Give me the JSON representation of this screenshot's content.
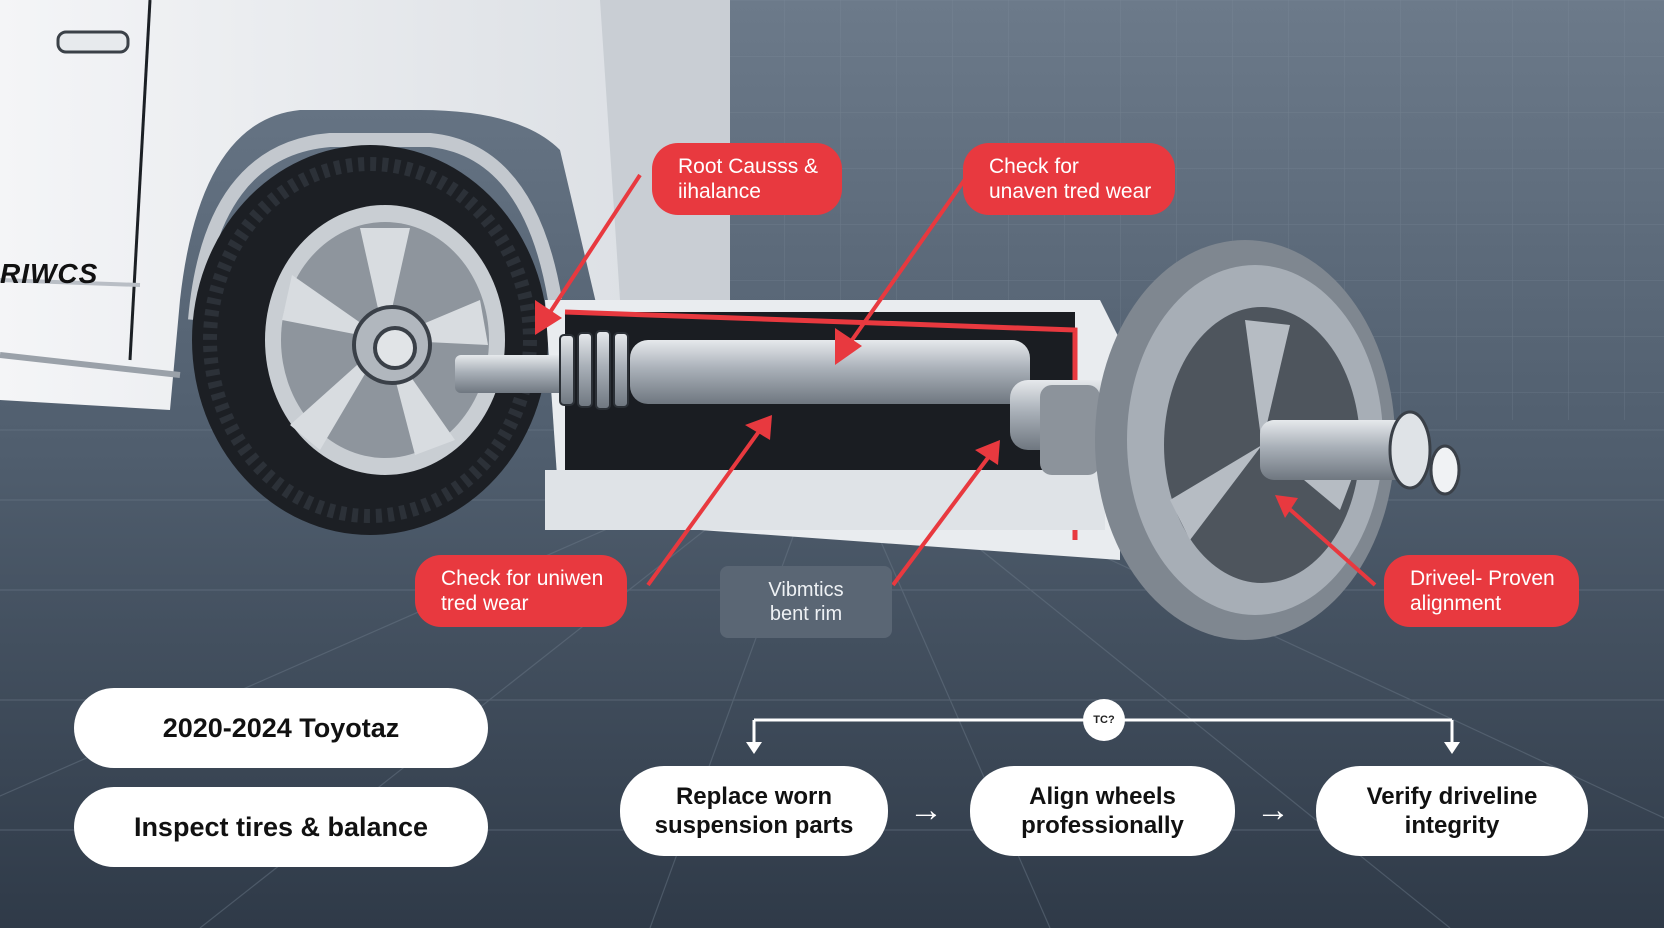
{
  "vehicle": {
    "side_lettering": "RIWCS"
  },
  "callouts": {
    "root_causes": {
      "line1": "Root Causss &",
      "line2": "iihalance"
    },
    "check_top": {
      "line1": "Check for",
      "line2": "unaven tred wear"
    },
    "check_left": {
      "line1": "Check for uniwen",
      "line2": "tred wear"
    },
    "vibration": {
      "line1": "Vibmtics",
      "line2": "bent rim"
    },
    "driveline": {
      "line1": "Driveel- Proven",
      "line2": "alignment"
    }
  },
  "side_pills": {
    "model": "2020-2024 Toyotaz",
    "inspect": "Inspect tires & balance"
  },
  "flow": {
    "node_label": "TC?",
    "steps": [
      {
        "line1": "Replace worn",
        "line2": "suspension parts"
      },
      {
        "line1": "Align wheels",
        "line2": "professionally"
      },
      {
        "line1": "Verify driveline",
        "line2": "integrity"
      }
    ],
    "arrow_glyph": "→"
  },
  "colors": {
    "accent_red": "#e8393f",
    "background": "#3a4656",
    "pill_white": "#ffffff",
    "tag_gray": "#5a6674"
  }
}
